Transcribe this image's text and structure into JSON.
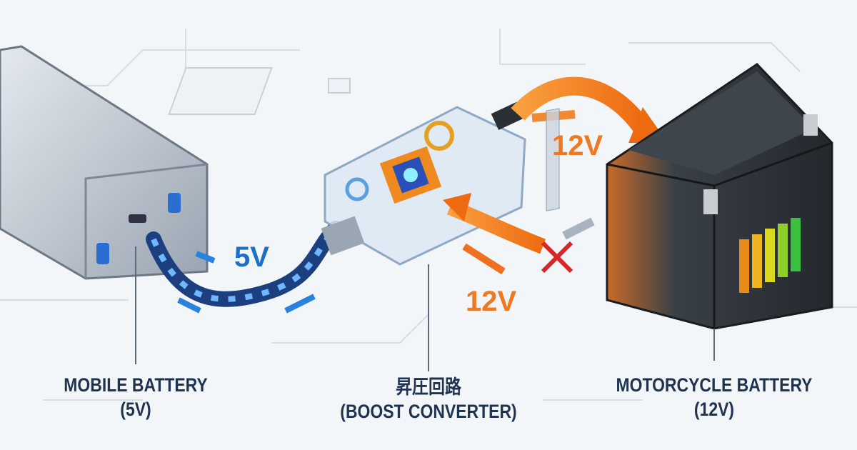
{
  "labels": {
    "mobile": {
      "title": "MOBILE BATTERY",
      "sub": "(5V)"
    },
    "converter": {
      "title": "昇圧回路",
      "sub": "(BOOST CONVERTER)"
    },
    "motorcycle": {
      "title": "MOTORCYCLE BATTERY",
      "sub": "(12V)"
    }
  },
  "voltages": {
    "input": "5V",
    "output": "12V",
    "backflow": "12V"
  },
  "colors": {
    "input_flow": "#1e6fc8",
    "output_flow": "#f07820",
    "text": "#1f3350",
    "block": "#d62828"
  }
}
